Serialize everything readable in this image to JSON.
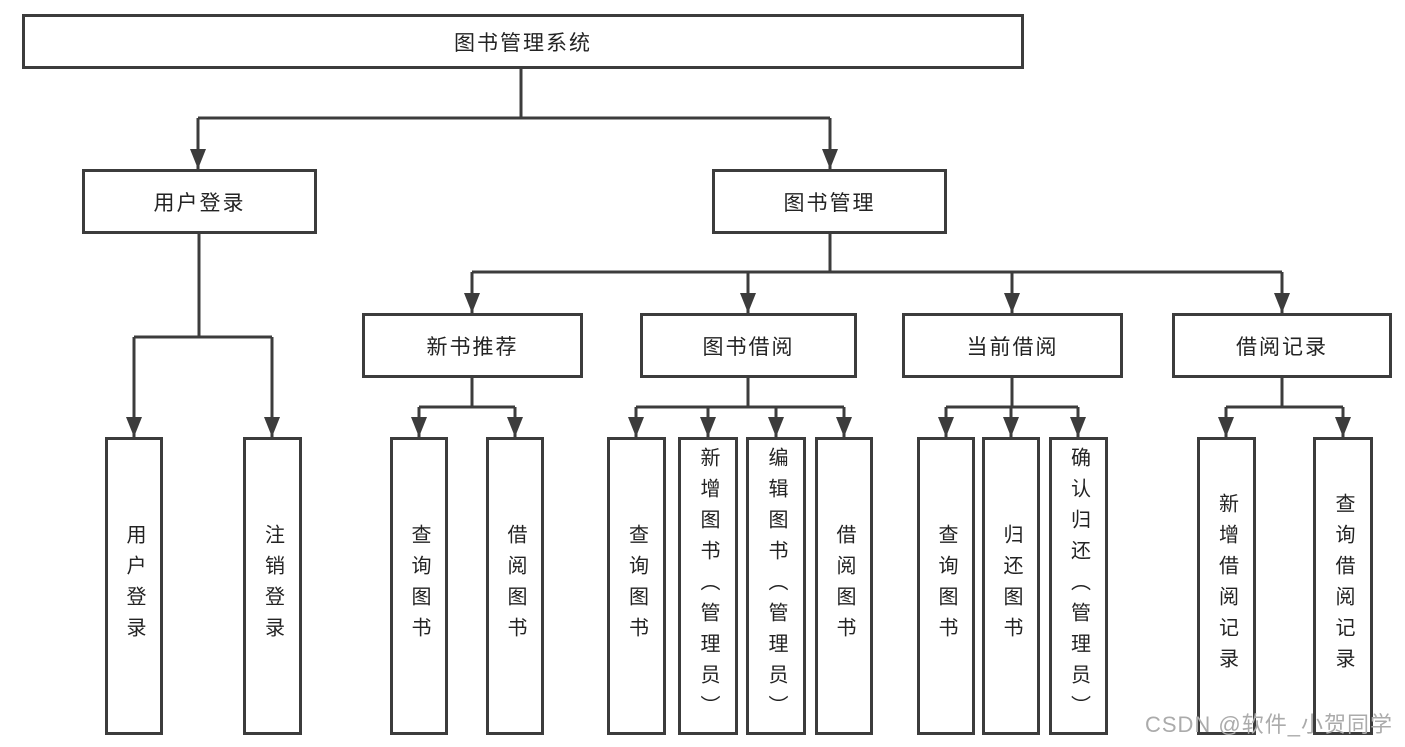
{
  "diagram": {
    "root": {
      "label": "图书管理系统"
    },
    "branches": [
      {
        "label": "用户登录",
        "children": [
          {
            "label": "用户登录"
          },
          {
            "label": "注销登录"
          }
        ]
      },
      {
        "label": "图书管理",
        "children": [
          {
            "label": "新书推荐",
            "children": [
              {
                "label": "查询图书"
              },
              {
                "label": "借阅图书"
              }
            ]
          },
          {
            "label": "图书借阅",
            "children": [
              {
                "label": "查询图书"
              },
              {
                "label": "新增图书（管理员）"
              },
              {
                "label": "编辑图书（管理员）"
              },
              {
                "label": "借阅图书"
              }
            ]
          },
          {
            "label": "当前借阅",
            "children": [
              {
                "label": "查询图书"
              },
              {
                "label": "归还图书"
              },
              {
                "label": "确认归还（管理员）"
              }
            ]
          },
          {
            "label": "借阅记录",
            "children": [
              {
                "label": "新增借阅记录"
              },
              {
                "label": "查询借阅记录"
              }
            ]
          }
        ]
      }
    ]
  },
  "watermark": {
    "text": "CSDN @软件_小贺同学"
  },
  "colors": {
    "line": "#3c3c3c",
    "text": "#232323",
    "background": "#ffffff",
    "watermark": "#ababab"
  }
}
